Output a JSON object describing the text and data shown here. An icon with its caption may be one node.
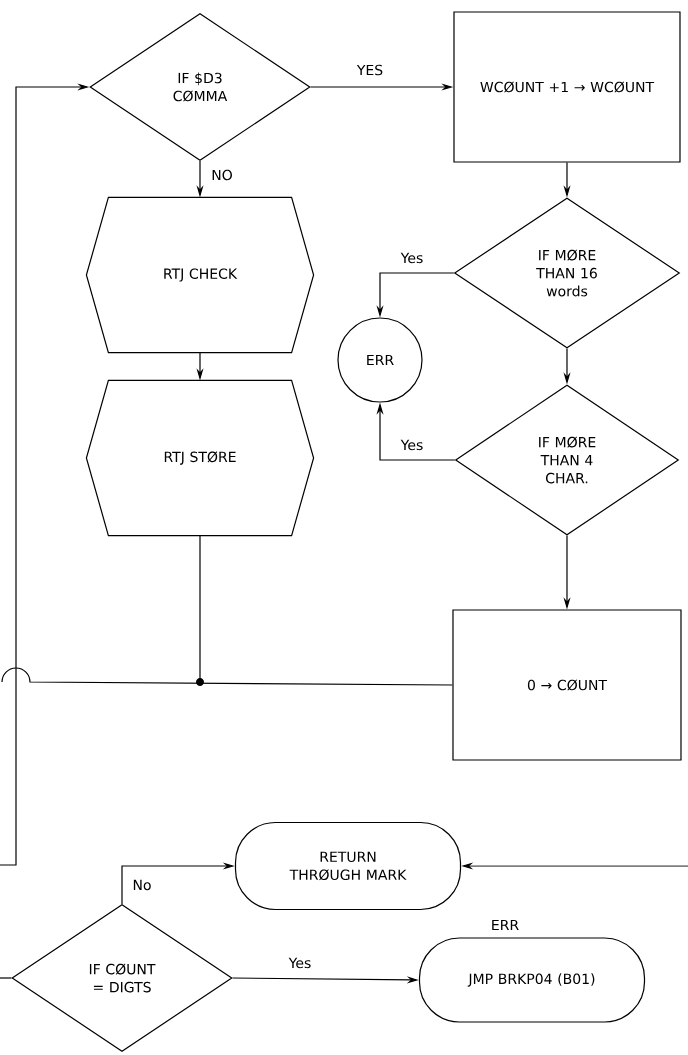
{
  "diagram": {
    "nodes": [
      {
        "text": [
          "IF $D3 CØMMA"
        ]
      },
      {
        "text": [
          "WCØUNT +1 → WCØUNT"
        ]
      },
      {
        "text": [
          "RTJ CHECK"
        ]
      },
      {
        "text": [
          "IF MØRE THAN 16 words"
        ]
      },
      {
        "text": [
          "ERR"
        ]
      },
      {
        "text": [
          "RTJ STØRE"
        ]
      },
      {
        "text": [
          "IF MØRE THAN 4 CHAR."
        ]
      },
      {
        "text": [
          "0 → CØUNT"
        ]
      },
      {
        "text": [
          "RETURN THRØUGH MARK"
        ]
      },
      {
        "text": [
          "IF CØUNT = DIGTS"
        ]
      },
      {
        "text": [
          "JMP BRKP04 (B01)"
        ],
        "beside": [
          "ERR"
        ]
      }
    ],
    "edges": [
      {
        "from": 0,
        "to": 1,
        "arrow": "to",
        "label": "YES"
      },
      {
        "from": 0,
        "to": 2,
        "arrow": "to",
        "label": "NO"
      },
      {
        "from": 2,
        "to": 5,
        "arrow": "to"
      },
      {
        "from": 1,
        "to": 3,
        "arrow": "to"
      },
      {
        "from": 3,
        "to": 4,
        "arrow": "to",
        "label": "Yes"
      },
      {
        "from": 3,
        "to": 6,
        "arrow": "to"
      },
      {
        "from": 6,
        "to": 4,
        "arrow": "to",
        "label": "Yes"
      },
      {
        "from": 6,
        "to": 7,
        "arrow": "to"
      },
      {
        "from": 5,
        "to": null,
        "arrow": "none"
      },
      {
        "from": 7,
        "to": null,
        "arrow": "none"
      },
      {
        "from": null,
        "to": 0,
        "arrow": "to"
      },
      {
        "from": 9,
        "to": 8,
        "arrow": "to",
        "label": "No"
      },
      {
        "from": 9,
        "to": 10,
        "arrow": "to",
        "label": "Yes"
      },
      {
        "from": null,
        "to": 8,
        "arrow": "to"
      },
      {
        "from": null,
        "to": 9,
        "arrow": "none"
      }
    ]
  }
}
